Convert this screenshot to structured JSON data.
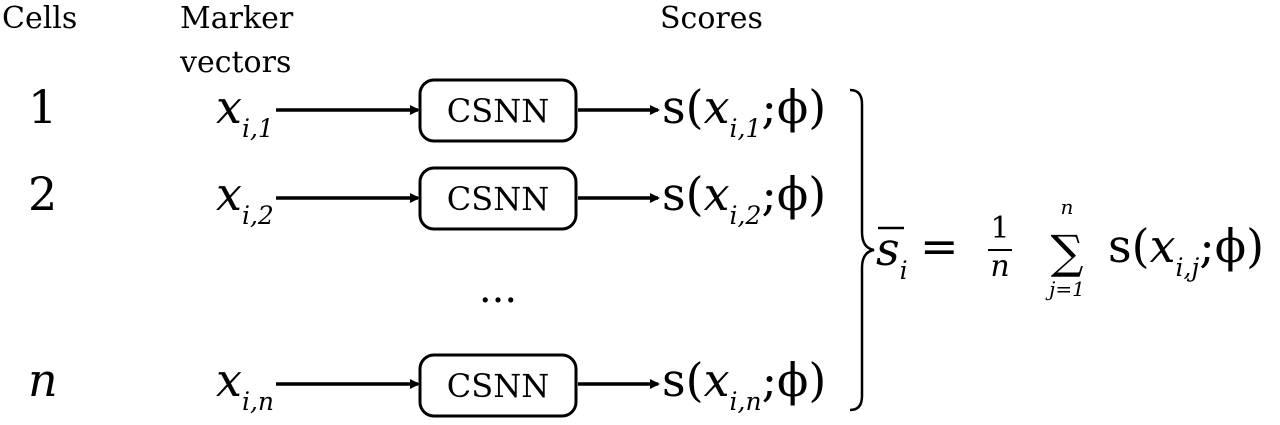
{
  "headers": {
    "cells": "Cells",
    "marker_line1": "Marker",
    "marker_line2": "vectors",
    "scores": "Scores"
  },
  "rows": [
    {
      "cell": "1",
      "x_base": "x",
      "x_sub": "i,1",
      "box": "CSNN",
      "s_fn": "s(",
      "s_var": "x",
      "s_sub": "i,1",
      "s_tail": ";ϕ)"
    },
    {
      "cell": "2",
      "x_base": "x",
      "x_sub": "i,2",
      "box": "CSNN",
      "s_fn": "s(",
      "s_var": "x",
      "s_sub": "i,2",
      "s_tail": ";ϕ)"
    },
    {
      "cell": "n",
      "x_base": "x",
      "x_sub": "i,n",
      "box": "CSNN",
      "s_fn": "s(",
      "s_var": "x",
      "s_sub": "i,n",
      "s_tail": ";ϕ)"
    }
  ],
  "ellipsis": "...",
  "formula": {
    "lhs_base": "s",
    "lhs_sub": "i",
    "equals": "=",
    "frac_num": "1",
    "frac_den": "n",
    "sum_symbol": "∑",
    "sum_upper": "n",
    "sum_lower": "j=1",
    "rhs_fn": "s(",
    "rhs_var": "x",
    "rhs_sub": "i,j",
    "rhs_tail": ";ϕ)"
  }
}
